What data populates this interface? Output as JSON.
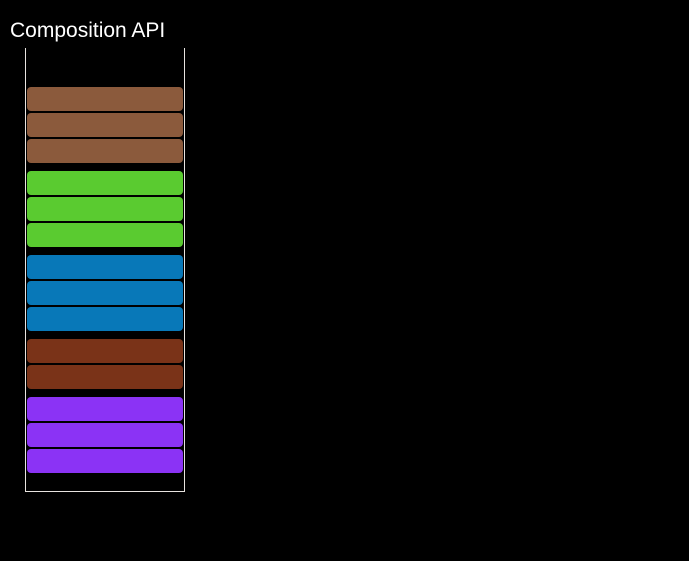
{
  "page": {
    "title": "Composition API",
    "background_color": "#000000",
    "title_color": "#ffffff"
  },
  "container": {
    "name": "bar-container",
    "border_color": "#e8e4e0",
    "has_top_border": false
  },
  "palette": {
    "brown": "#8b5a3c",
    "green": "#5acb30",
    "blue": "#0878b8",
    "rust": "#7a3318",
    "purple": "#8b33f5"
  },
  "bars": {
    "total": 14,
    "groups": [
      {
        "name": "brown-group",
        "color": "#8b5a3c",
        "count": 3,
        "rows": [
          {
            "label": "",
            "height": 24,
            "color": "#8b5a3c"
          },
          {
            "label": "",
            "height": 24,
            "color": "#8b5a3c"
          },
          {
            "label": "",
            "height": 24,
            "color": "#8b5a3c"
          }
        ]
      },
      {
        "name": "green-group",
        "color": "#5acb30",
        "count": 3,
        "rows": [
          {
            "label": "",
            "height": 24,
            "color": "#5acb30"
          },
          {
            "label": "",
            "height": 24,
            "color": "#5acb30"
          },
          {
            "label": "",
            "height": 24,
            "color": "#5acb30"
          }
        ]
      },
      {
        "name": "blue-group",
        "color": "#0878b8",
        "count": 3,
        "rows": [
          {
            "label": "",
            "height": 24,
            "color": "#0878b8"
          },
          {
            "label": "",
            "height": 24,
            "color": "#0878b8"
          },
          {
            "label": "",
            "height": 24,
            "color": "#0878b8"
          }
        ]
      },
      {
        "name": "rust-group",
        "color": "#7a3318",
        "count": 2,
        "rows": [
          {
            "label": "",
            "height": 24,
            "color": "#7a3318"
          },
          {
            "label": "",
            "height": 24,
            "color": "#7a3318"
          }
        ]
      },
      {
        "name": "purple-group",
        "color": "#8b33f5",
        "count": 3,
        "rows": [
          {
            "label": "",
            "height": 24,
            "color": "#8b33f5"
          },
          {
            "label": "",
            "height": 24,
            "color": "#8b33f5"
          },
          {
            "label": "",
            "height": 24,
            "color": "#8b33f5"
          }
        ]
      }
    ]
  }
}
